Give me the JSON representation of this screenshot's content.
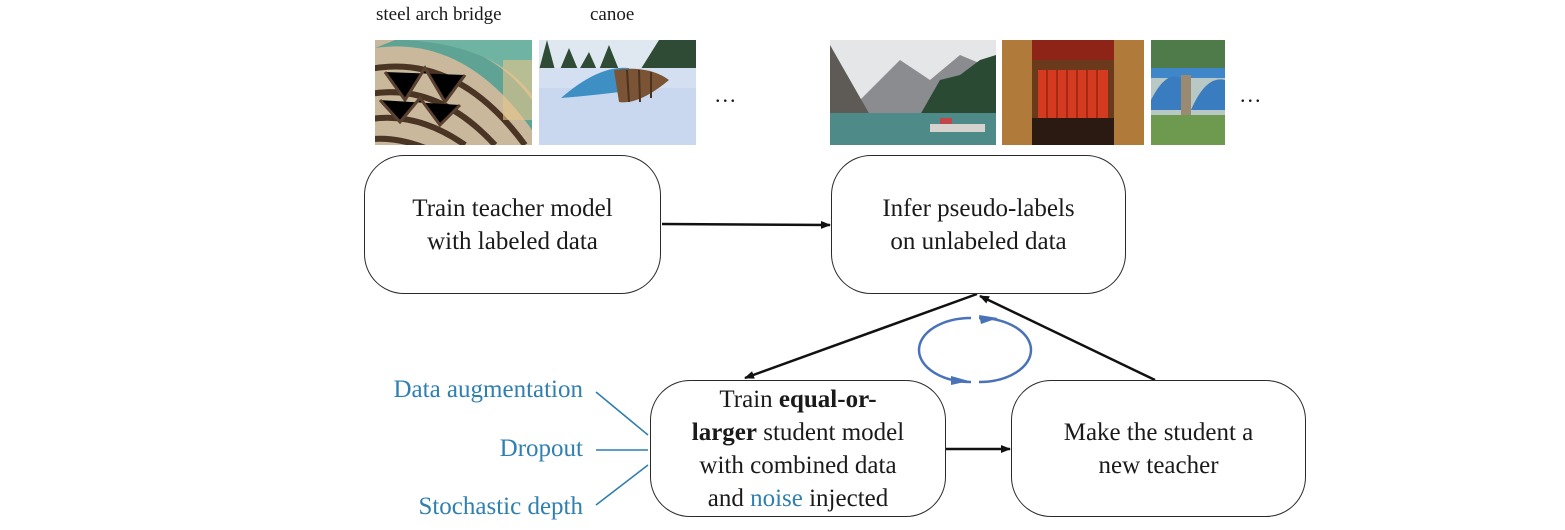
{
  "labeled_images": {
    "captions": [
      "steel arch bridge",
      "canoe"
    ],
    "items": [
      {
        "subject": "steel arch bridge",
        "icon": "bridge-photo"
      },
      {
        "subject": "canoe",
        "icon": "canoe-photo"
      }
    ],
    "ellipsis": "..."
  },
  "unlabeled_images": {
    "items": [
      {
        "subject": "mountain lake",
        "icon": "lake-photo"
      },
      {
        "subject": "theater stage",
        "icon": "theater-photo"
      },
      {
        "subject": "blue bridge",
        "icon": "blue-bridge-photo"
      }
    ],
    "ellipsis": "..."
  },
  "nodes": {
    "teacher": {
      "line1": "Train teacher model",
      "line2": "with labeled data"
    },
    "infer": {
      "line1": "Infer pseudo-labels",
      "line2": "on unlabeled data"
    },
    "student": {
      "prefix": "Train ",
      "bold1": "equal-or-",
      "bold2": "larger",
      "rest2": " student model",
      "line3": "with combined data",
      "line4_pre": "and ",
      "line4_noise": "noise",
      "line4_post": " injected"
    },
    "new_teacher": {
      "line1": "Make the student a",
      "line2": "new teacher"
    }
  },
  "noise_sources": [
    "Data augmentation",
    "Dropout",
    "Stochastic depth"
  ],
  "colors": {
    "accent_blue": "#2f7fb0",
    "cycle_blue": "#4a72b8",
    "stroke": "#111111"
  }
}
